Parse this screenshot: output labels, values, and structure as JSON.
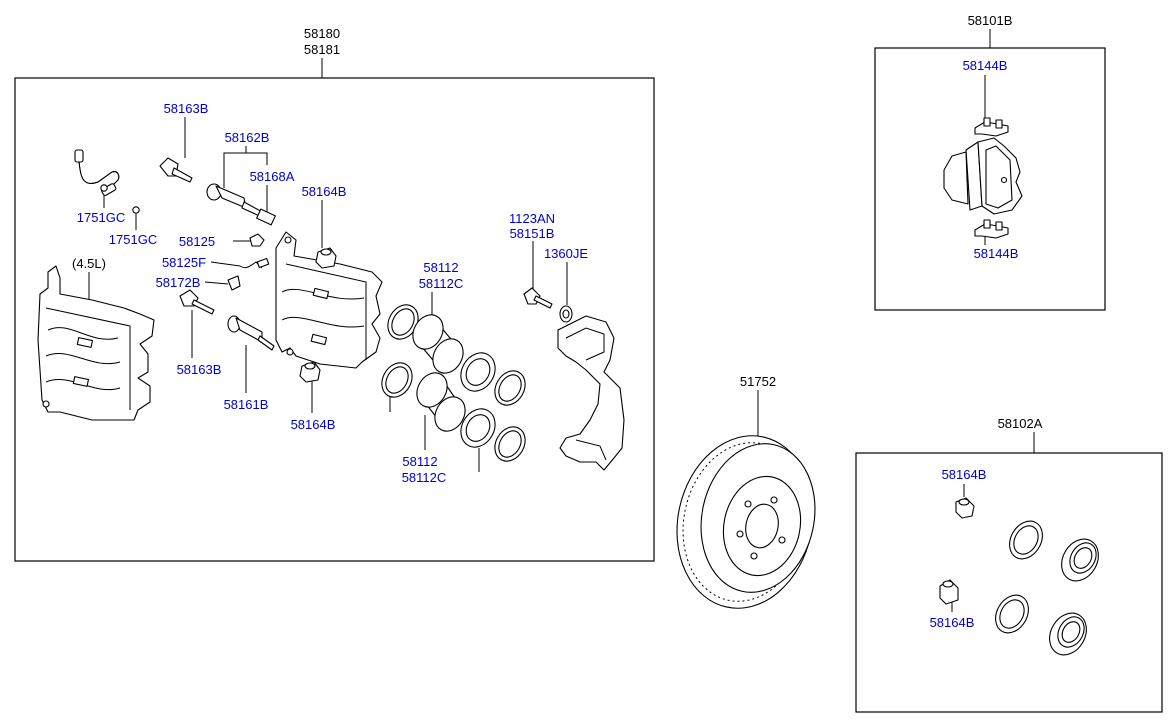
{
  "colors": {
    "part_label": "#0000cc",
    "title_label": "#000000",
    "line": "#000000",
    "background": "#ffffff"
  },
  "labels": {
    "assembly_top": "58180",
    "assembly_bottom": "58181",
    "note_4_5l": "(4.5L)",
    "p58163b_top": "58163B",
    "p58162b": "58162B",
    "p58168a": "58168A",
    "p58164b_top": "58164B",
    "p1751gc_a": "1751GC",
    "p1751gc_b": "1751GC",
    "p58125": "58125",
    "p58125f": "58125F",
    "p58172b": "58172B",
    "p58163b_bottom": "58163B",
    "p58161b": "58161B",
    "p58164b_bottom": "58164B",
    "p58112_top": "58112",
    "p58112c_top": "58112C",
    "p58112_bottom": "58112",
    "p58112c_bottom": "58112C",
    "p1123an": "1123AN",
    "p58151b": "58151B",
    "p1360je": "1360JE",
    "pad_kit": "58101B",
    "p58144b_top": "58144B",
    "p58144b_bottom": "58144B",
    "disc": "51752",
    "seal_kit": "58102A",
    "p58164b_kit_top": "58164B",
    "p58164b_kit_bottom": "58164B"
  }
}
